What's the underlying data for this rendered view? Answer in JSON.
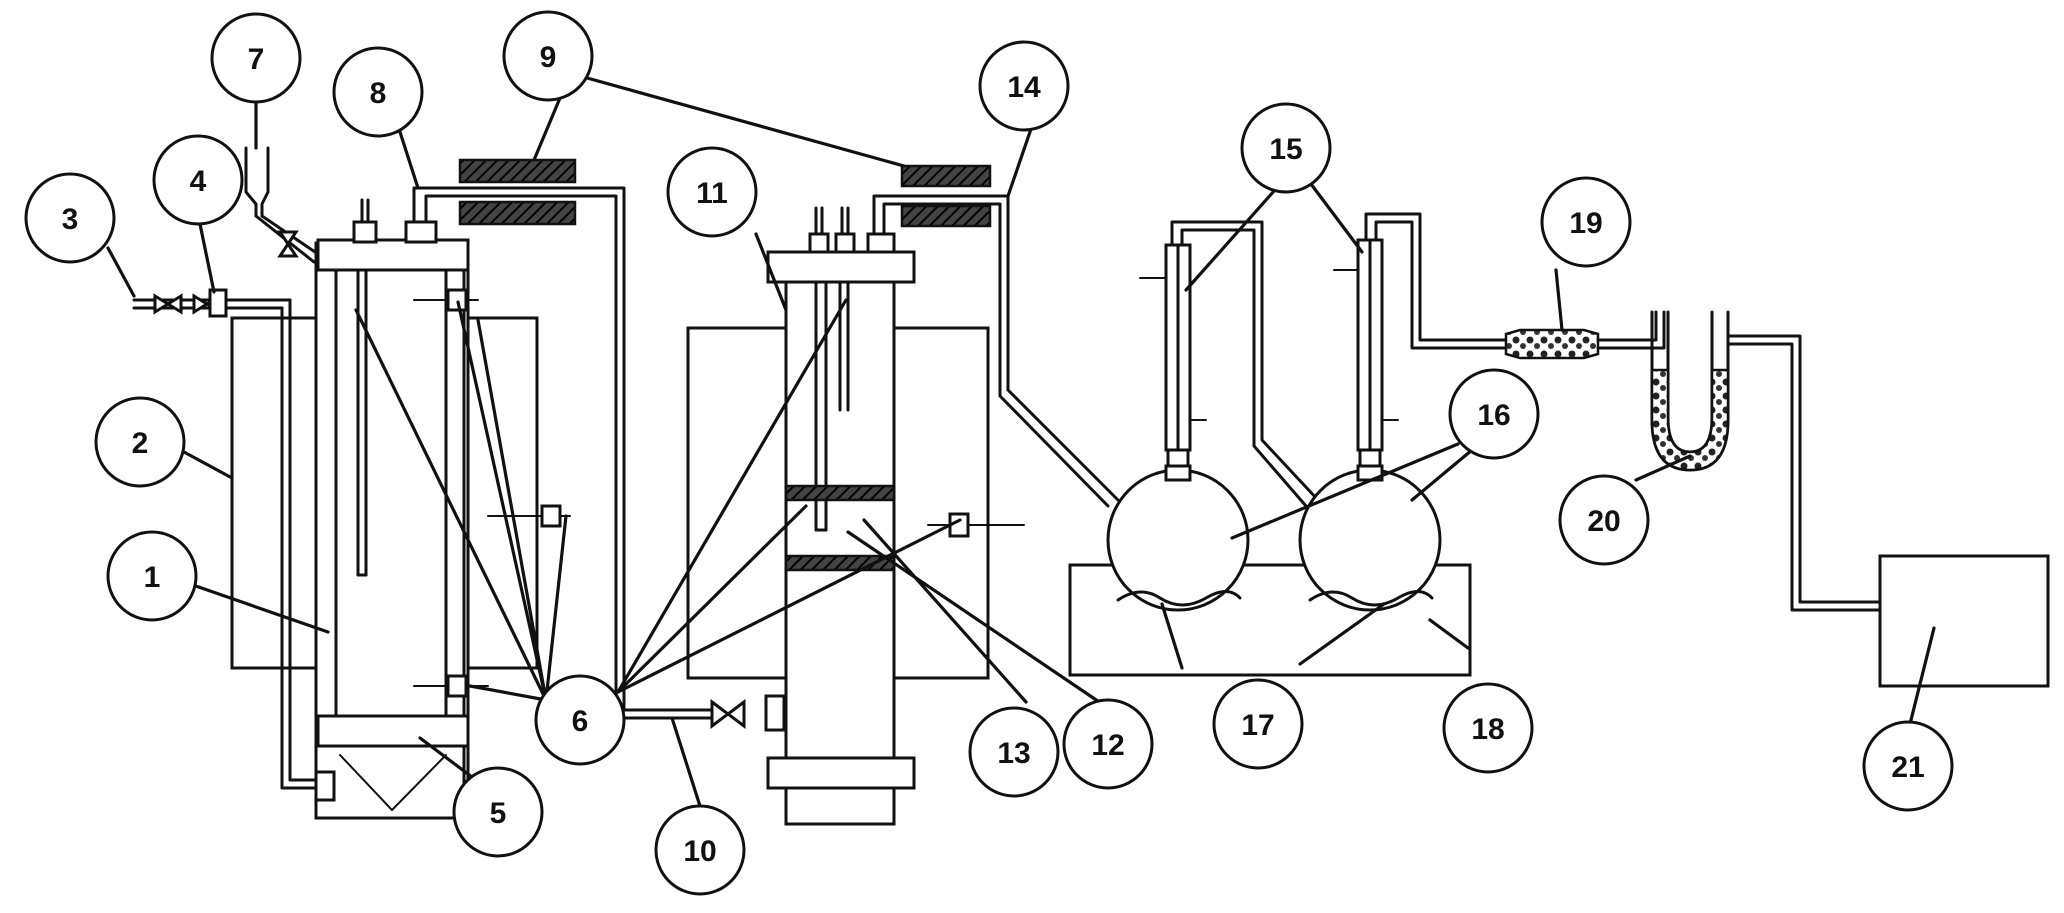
{
  "diagram": {
    "labels": {
      "n1": "1",
      "n2": "2",
      "n3": "3",
      "n4": "4",
      "n5": "5",
      "n6": "6",
      "n7": "7",
      "n8": "8",
      "n9": "9",
      "n10": "10",
      "n11": "11",
      "n12": "12",
      "n13": "13",
      "n14": "14",
      "n15": "15",
      "n16": "16",
      "n17": "17",
      "n18": "18",
      "n19": "19",
      "n20": "20",
      "n21": "21"
    }
  }
}
